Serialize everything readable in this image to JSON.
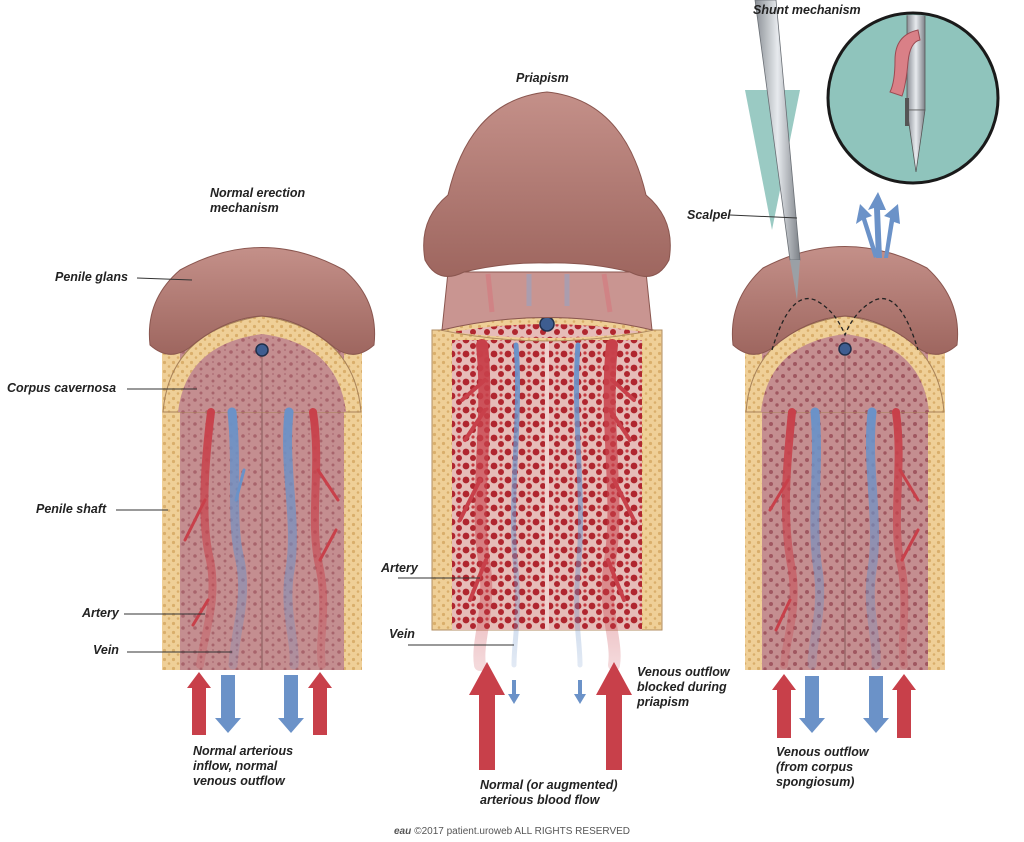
{
  "panels": {
    "normal": {
      "title": "Normal erection\nmechanism",
      "glans": "Penile glans",
      "corpus": "Corpus cavernosa",
      "shaft": "Penile shaft",
      "artery": "Artery",
      "vein": "Vein",
      "caption": "Normal arterious\ninflow, normal\nvenous outflow"
    },
    "priapism": {
      "title": "Priapism",
      "artery": "Artery",
      "vein": "Vein",
      "blocked": "Venous outflow\nblocked during\npriapism",
      "caption": "Normal (or augmented)\narterious blood flow"
    },
    "shunt": {
      "title": "Shunt mechanism",
      "scalpel": "Scalpel",
      "caption": "Venous outflow\n(from corpus\nspongiosum)"
    }
  },
  "footer": {
    "logo": "eau",
    "text": "©2017 patient.uroweb ALL RIGHTS RESERVED"
  },
  "colors": {
    "artery": "#c8404a",
    "vein": "#6b92c8",
    "tissue": "#c99591",
    "glans": "#b27a74",
    "fat": "#eec98a",
    "magnifier": "#8fc4bc"
  }
}
